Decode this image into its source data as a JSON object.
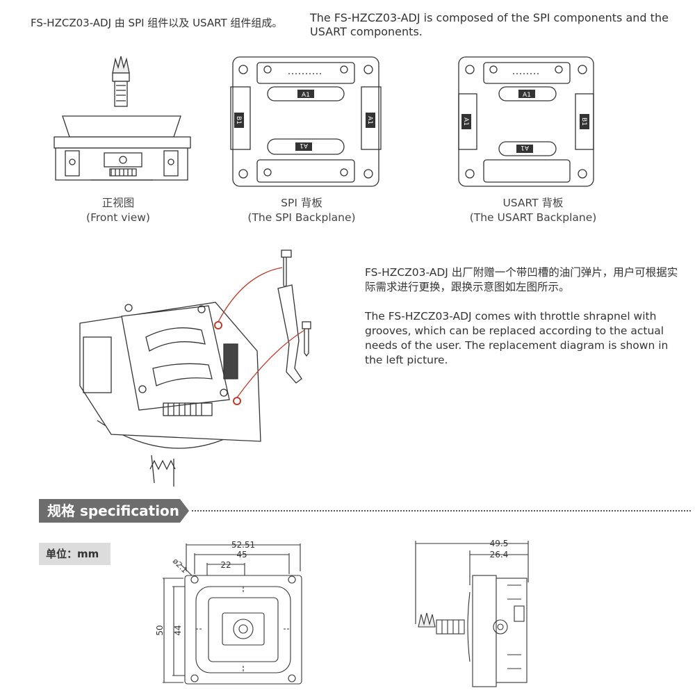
{
  "intro": {
    "zh": "FS-HZCZ03-ADJ 由 SPI 组件以及 USART 组件组成。",
    "en": "The FS-HZCZ03-ADJ is composed of the SPI components and the USART components."
  },
  "views": [
    {
      "zh": "正视图",
      "en": "(Front view)"
    },
    {
      "zh": "SPI 背板",
      "en": "(The SPI Backplane)"
    },
    {
      "zh": "USART 背板",
      "en": "(The USART Backplane)"
    }
  ],
  "board_labels": {
    "a1": "A1",
    "b1": "B1"
  },
  "shrapnel": {
    "zh": "FS-HZCZ03-ADJ 出厂附赠一个带凹槽的油门弹片，用户可根据实际需求进行更换，跟换示意图如左图所示。",
    "en": "The FS-HZCZ03-ADJ comes with throttle shrapnel with grooves, which can be replaced according to the actual needs of the user. The replacement diagram is shown in the left picture."
  },
  "spec": {
    "title": "规格 specification",
    "unit": "单位：mm"
  },
  "dimensions": {
    "front": {
      "w_outer": "52.51",
      "w_inner": "45",
      "w_small": "22",
      "hole": "ø2.1",
      "h_outer": "50",
      "h_inner": "44"
    },
    "side": {
      "w_total": "49.5",
      "w_part": "26.4"
    }
  },
  "colors": {
    "accent_red": "#c0392b",
    "tab_gray": "#6d6d6d",
    "line": "#333333"
  }
}
